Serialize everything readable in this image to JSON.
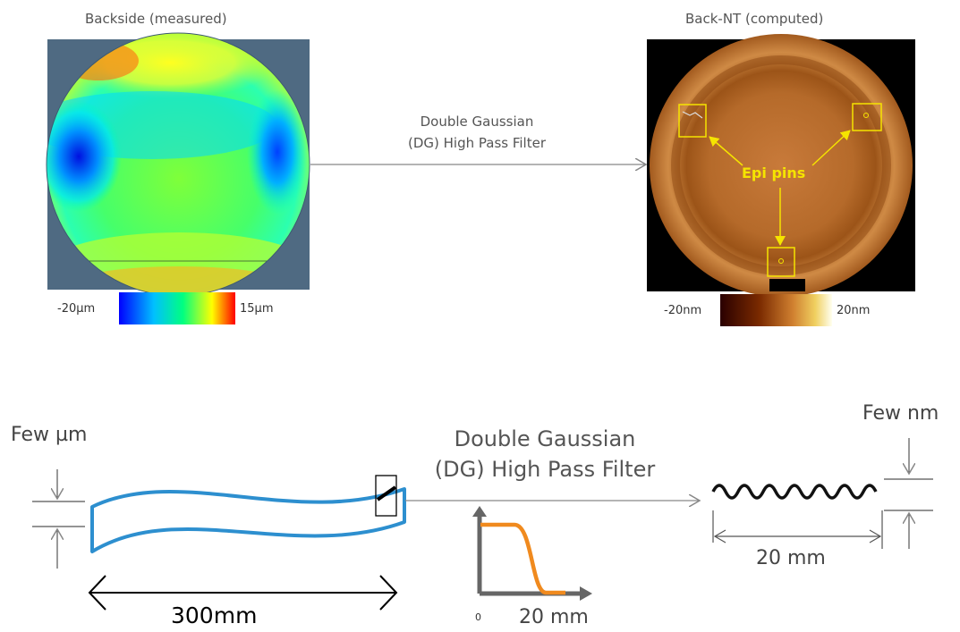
{
  "top": {
    "left_panel": {
      "title": "Backside (measured)",
      "colorbar": {
        "min_label": "-20µm",
        "max_label": "15µm",
        "colors": [
          "#0000ff",
          "#00c0ff",
          "#00ff80",
          "#ffff00",
          "#ff0000"
        ]
      }
    },
    "right_panel": {
      "title": "Back-NT (computed)",
      "annotation": "Epi pins",
      "colorbar": {
        "min_label": "-20nm",
        "max_label": "20nm",
        "colors": [
          "#2a0000",
          "#7a2a00",
          "#d08030",
          "#f0d060",
          "#fffff0"
        ]
      }
    },
    "filter_label_line1": "Double Gaussian",
    "filter_label_line2": "(DG) High Pass Filter"
  },
  "bottom": {
    "input_amplitude": "Few µm",
    "wafer_length": "300mm",
    "filter_label_line1": "Double Gaussian",
    "filter_label_line2": "(DG) High Pass Filter",
    "filter_axis_zero": "0",
    "filter_axis_cutoff": "20 mm",
    "output_amplitude": "Few nm",
    "output_wavelength": "20 mm"
  }
}
